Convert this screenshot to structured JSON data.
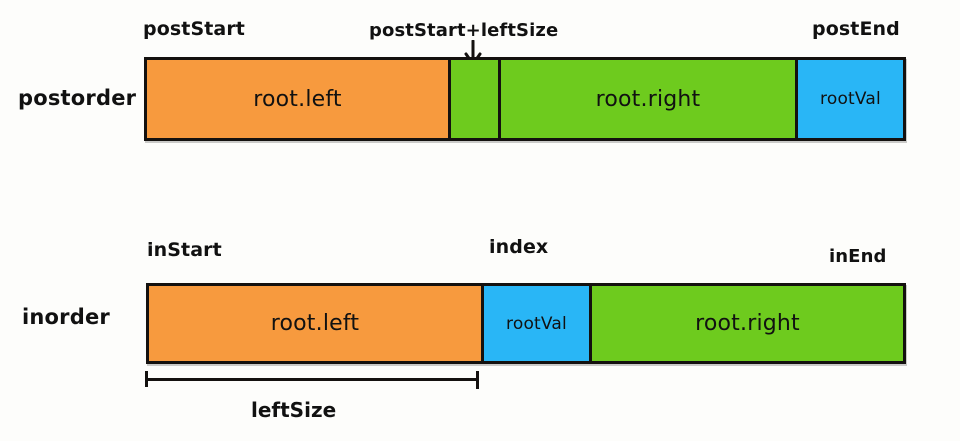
{
  "diagram": {
    "title": "postorder / inorder array partition diagram",
    "colors": {
      "orange": "#f79a3e",
      "green": "#6ecb1e",
      "blue": "#29b6f6",
      "outline": "#14110f",
      "background": "#fdfdfb",
      "text": "#111111"
    }
  },
  "postorder": {
    "row_label": "postorder",
    "labels": {
      "start": "postStart",
      "split": "postStart+leftSize",
      "end": "postEnd"
    },
    "segments": [
      {
        "name": "left-subtree",
        "text": "root.left",
        "color": "#f79a3e"
      },
      {
        "name": "gap",
        "text": "",
        "color": "#6ecb1e"
      },
      {
        "name": "right-subtree",
        "text": "root.right",
        "color": "#6ecb1e"
      },
      {
        "name": "root-value",
        "text": "rootVal",
        "color": "#29b6f6"
      }
    ]
  },
  "inorder": {
    "row_label": "inorder",
    "labels": {
      "start": "inStart",
      "index": "index",
      "end": "inEnd"
    },
    "segments": [
      {
        "name": "left-subtree",
        "text": "root.left",
        "color": "#f79a3e"
      },
      {
        "name": "root-value",
        "text": "rootVal",
        "color": "#29b6f6"
      },
      {
        "name": "right-subtree",
        "text": "root.right",
        "color": "#6ecb1e"
      }
    ],
    "measure": {
      "label": "leftSize"
    }
  }
}
